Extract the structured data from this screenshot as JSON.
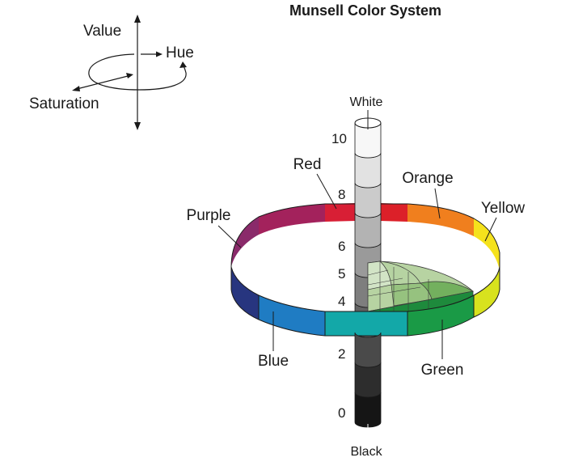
{
  "title": "Munsell Color System",
  "legend": {
    "value": "Value",
    "hue": "Hue",
    "saturation": "Saturation"
  },
  "endpoints": {
    "top": "White",
    "bottom": "Black"
  },
  "value_scale": [
    "10",
    "8",
    "6",
    "5",
    "4",
    "2",
    "0"
  ],
  "hues": [
    "Red",
    "Orange",
    "Yellow",
    "Purple",
    "Blue",
    "Green"
  ],
  "colors": {
    "red": "#e0202a",
    "orange": "#f07f1e",
    "yellow": "#f5e21c",
    "green": "#1a9a46",
    "blue": "#1f7cc3",
    "teal": "#13a8a8",
    "indigo": "#27357f",
    "purple": "#9a2a6a",
    "chroma_sheet": [
      "#d2e4c6",
      "#b6d3a2",
      "#96c27f",
      "#73b05e"
    ]
  },
  "column_shades": [
    "#151515",
    "#2d2d2d",
    "#4a4a4a",
    "#626262",
    "#7e7e7e",
    "#9a9a9a",
    "#b3b3b3",
    "#cbcbcb",
    "#e2e2e2",
    "#f7f7f7"
  ]
}
